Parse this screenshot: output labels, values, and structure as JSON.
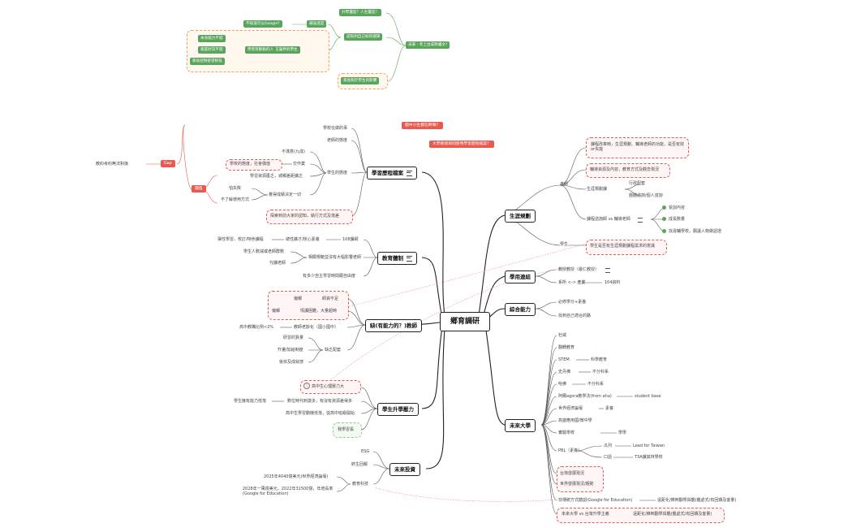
{
  "central": "鄉育調研",
  "main": {
    "career": "生涯規劃",
    "school": "學用連結",
    "ability": "綜合能力",
    "future_uni": "未來大學",
    "learning": "學習歷程檔案",
    "edu_system": "教育體制",
    "teachers": "缺(有能力的？)教師",
    "exam": "學生升學壓力",
    "future_inv": "未來投資"
  },
  "top_map": {
    "root": "未來 - 考上台成政優文?",
    "b1": "升學還是？人生還是？",
    "b2": "認知到自己如何選擇",
    "b3": "家長對於學生的影響",
    "b2a": "補強進度",
    "b2a1": "不知道可以Google?",
    "b2b": "在邊界的學生",
    "b2b1": "學習有斷軌的人",
    "o1": "本身能力不錯",
    "o2": "家庭狀況不錯",
    "o3": "家長控制欲望較低"
  },
  "floating": {
    "q1": "國中小生都在幹嘛？",
    "q2": "大學教授如何使用學習歷程檔案？"
  },
  "career": {
    "teacher": "老師",
    "t_box": "課程改革時，生涯規劃、輔導老師的功能，是否有效or失能",
    "t_box2": "輔導資源及內容，教育方式及觀念現況",
    "t_plan": "生涯規劃課",
    "t_plan1": "行政配套",
    "t_plan2": "團體諮詢/個人諮詢",
    "t_vs": "課程諮詢師 vs 輔導老師",
    "vs1": "受訓內容",
    "vs2": "成長數量",
    "vs3": "找尋輔學校，願讓入物做認證",
    "student": "學生",
    "s_box": "學生是否有生涯規劃課程需求的意識"
  },
  "school": {
    "a": "教授教授（最仁教授）",
    "b": "系所 <-> 產業",
    "b1": "104資料"
  },
  "ability": {
    "a": "必修學分+素養",
    "b": "找到自己適合的路"
  },
  "future_uni": {
    "items": [
      "杜威",
      "翻轉教育",
      "STEM",
      "史丹佛",
      "哈佛",
      "阿爾agora教學法(from aha)",
      "世界經濟論壇",
      "高盛應用國/微中學",
      "實驗學校",
      "PBL（素養）"
    ],
    "stem1": "科學教育",
    "stanford1": "不分科系",
    "harvard1": "不分科系",
    "agora1": "student base",
    "wef1": "素養",
    "exp1": "學學",
    "pbl_a": "瓜列",
    "pbl_a1": "Lead for Taiwan",
    "pbl_b": "口語",
    "pbl_b1": "T3A課其林學校",
    "tw1": "台灣發展現況",
    "tw2": "世界發展現況/趨勢",
    "lwf": "非傳統方式體認(Google for Education)",
    "lwf1": "遠距化/推倒翻學與鑑(鑑處式/有回饋及客量)",
    "vs": "未來大學 vs 台灣升學主義",
    "vs1": "遠距化/推倒翻學與鑑(鑑處式/有回饋及客量)"
  },
  "learning": {
    "items": [
      "學校在做的事",
      "老師的態度"
    ],
    "stu": "學生的態度",
    "stu1": "不滿意(九成)",
    "stu2": "交作業",
    "stu2a": "學校的態度，社會價值",
    "stu3": "學習資源匱乏，城鄉差距擴乏",
    "stu4": "覺得成績決定一切",
    "stu4a": "怕失敗",
    "stu4b": "不了解使用方式",
    "box": "探索到前大家的認知，執行方式及落差",
    "gap": "Gap",
    "gap1": "教約考約無法對接",
    "cat": "價值"
  },
  "edu_system": {
    "a": "108課綱",
    "a1": "總性擴才/核心素養",
    "a1a": "彈性學習，校訂/特色課程",
    "b": "相關規範並沒有大幅影響老師",
    "b1": "學生人數減或老師群數",
    "b2": "代課老師",
    "c": "有多少自主學習時間跟自由度"
  },
  "teachers": {
    "a": "師資不足",
    "a1": "偏鄉",
    "b": "情讀困難，大量超時",
    "b1": "偏鄉",
    "c": "教師老齡化（國小國中）",
    "c1": "高中教職比例<2%",
    "d": "缺乏配套",
    "d1": "研習的質量",
    "d2": "升遷/加給制度",
    "d3": "後依及成就感"
  },
  "exam": {
    "a": "高中生心理壓力大",
    "b": "數位時代刺激多，有沒有資源差得多",
    "b1": "學生擁有能力低落",
    "c": "高中生學習動機低落，從高中班級開始",
    "d": "我學習長"
  },
  "future_inv": {
    "a": "ESG",
    "b": "終生回報",
    "c": "教育科技",
    "c1": "2025年4040億美元(世界經濟論壇)",
    "c2": "2028年一萬億美元，2022年31500億，年增長率(Google for Education)"
  },
  "colors": {
    "green": "#5aa55c",
    "red": "#e85a4f",
    "orange_border": "#f0a35a",
    "line": "#222222"
  }
}
